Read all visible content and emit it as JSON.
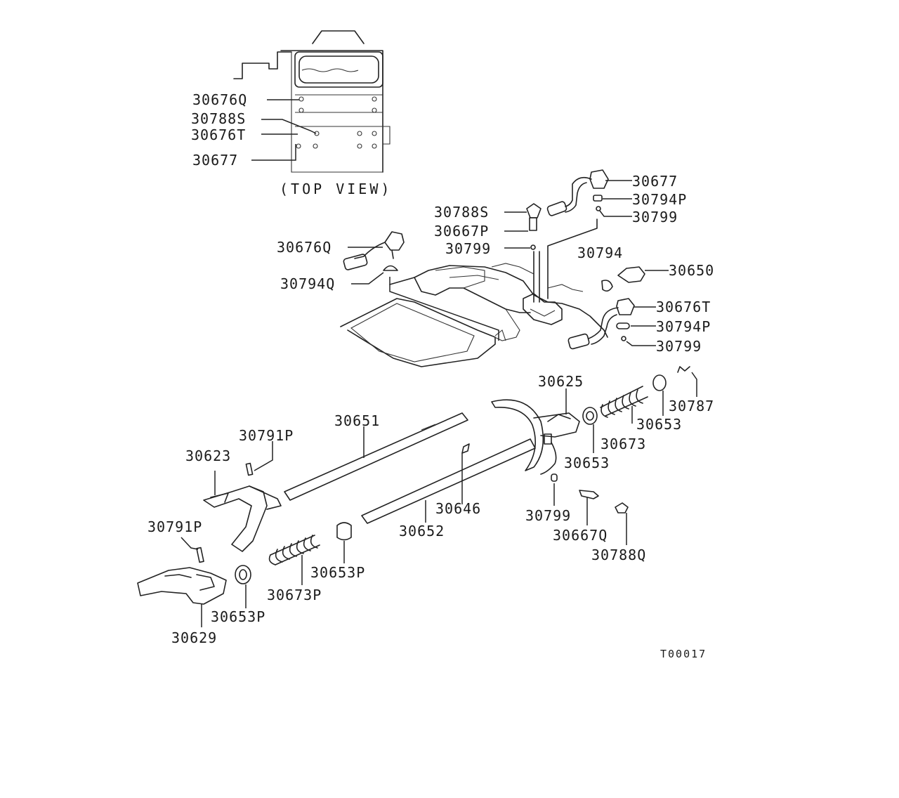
{
  "view_caption": "(TOP VIEW)",
  "figure_code": "T00017",
  "labels": {
    "top_30676Q": "30676Q",
    "top_30788S": "30788S",
    "top_30676T": "30676T",
    "top_30677": "30677",
    "r_30677": "30677",
    "r_30794P": "30794P",
    "r_30799": "30799",
    "c_30788S": "30788S",
    "c_30667P": "30667P",
    "c_30799": "30799",
    "l_30676Q": "30676Q",
    "l_30794Q": "30794Q",
    "r_30794": "30794",
    "r_30650": "30650",
    "r_30676T": "30676T",
    "r2_30794P": "30794P",
    "r2_30799": "30799",
    "f_30625": "30625",
    "f_30787": "30787",
    "f_30653a": "30653",
    "f_30673": "30673",
    "f_30653b": "30653",
    "f_30651": "30651",
    "f_30791P_top": "30791P",
    "f_30623": "30623",
    "f_30646": "30646",
    "f_30652": "30652",
    "f_30799": "30799",
    "f_30667Q": "30667Q",
    "f_30788Q": "30788Q",
    "f_30791P_left": "30791P",
    "f_30653P_a": "30653P",
    "f_30673P": "30673P",
    "f_30653P_b": "30653P",
    "f_30629": "30629"
  }
}
